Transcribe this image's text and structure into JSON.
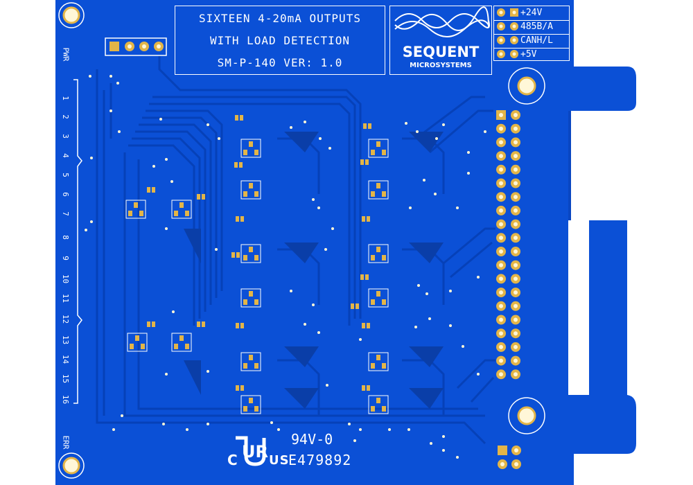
{
  "board": {
    "title_lines": [
      "SIXTEEN 4-20mA OUTPUTS",
      "WITH LOAD DETECTION",
      "SM-P-140 VER: 1.0"
    ],
    "logo_name": "SEQUENT",
    "logo_sub": "MICROSYSTEMS",
    "header_labels": [
      "+24V",
      "485B/A",
      "CANH/L",
      "+5V"
    ],
    "led_labels": [
      "PWR",
      "1",
      "2",
      "3",
      "4",
      "5",
      "6",
      "7",
      "8",
      "9",
      "10",
      "11",
      "12",
      "13",
      "14",
      "15",
      "16",
      "ERR"
    ],
    "cert_rating": "94V-0",
    "cert_c": "C",
    "cert_us": "US",
    "cert_file": "E479892",
    "ur_mark": "UR"
  },
  "colors": {
    "board": "#0b50d6",
    "trace": "#0641b8",
    "pad": "#e3b548",
    "silk": "#ffffff",
    "hole": "#fff7d8"
  },
  "icons": [
    "mounting-hole-icon",
    "header-pin-icon",
    "ur-mark-icon",
    "logo-wave-icon"
  ]
}
